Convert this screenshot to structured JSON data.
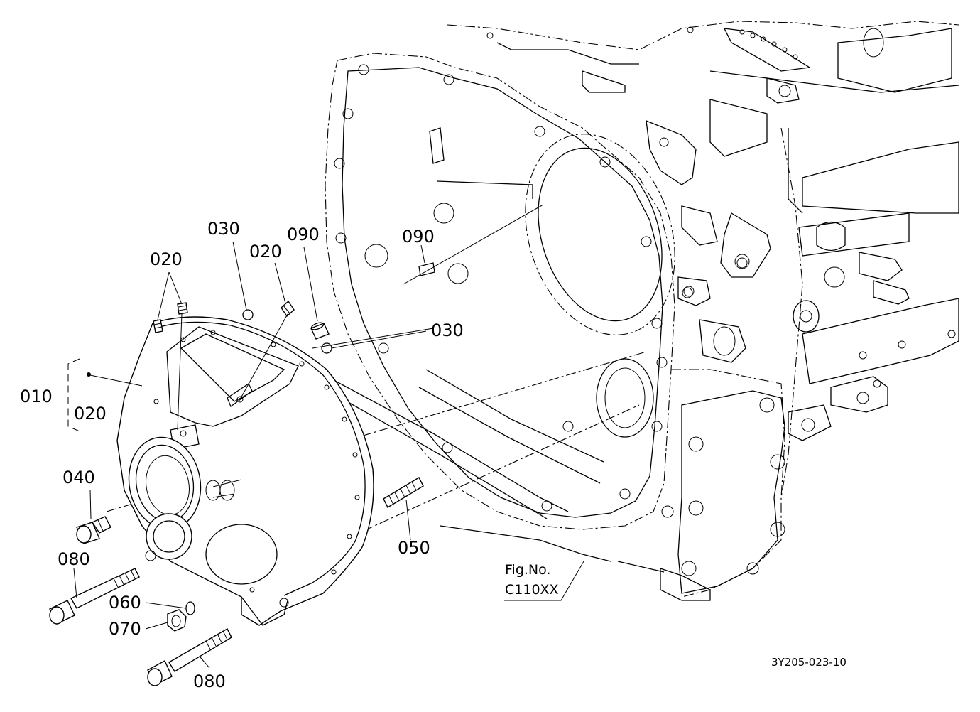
{
  "labels": {
    "l010": "010",
    "l020_bracket": "020",
    "l020_a": "020",
    "l020_b": "020",
    "l030_a": "030",
    "l030_b": "030",
    "l040": "040",
    "l050": "050",
    "l060": "060",
    "l070": "070",
    "l080_a": "080",
    "l080_b": "080",
    "l090_a": "090",
    "l090_b": "090"
  },
  "figure_ref": {
    "line1": "Fig.No.",
    "line2": "C110XX"
  },
  "drawing_code": "3Y205-023-10"
}
